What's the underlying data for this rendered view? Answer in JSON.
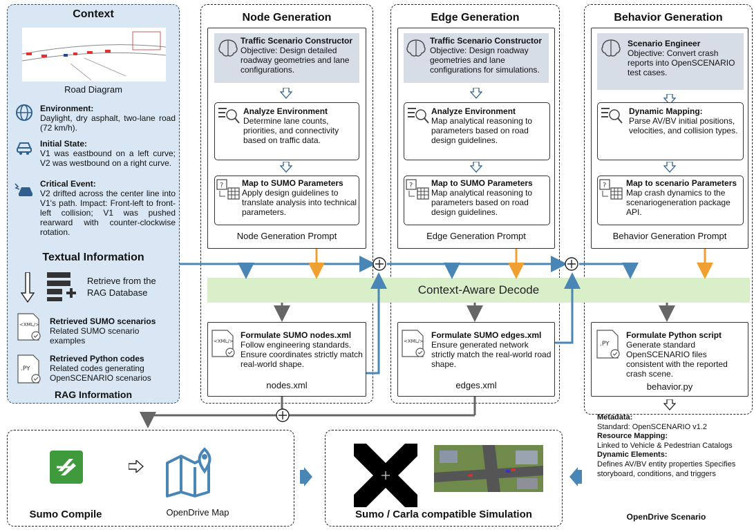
{
  "context": {
    "title": "Context",
    "road_diagram_label": "Road Diagram",
    "environment": {
      "heading": "Environment:",
      "text": "Daylight, dry asphalt, two-lane road (72 km/h)."
    },
    "initial_state": {
      "heading": "Initial State:",
      "text": "V1 was eastbound on a left curve; V2 was westbound on a right curve."
    },
    "critical_event": {
      "heading": "Critical Event:",
      "text": "V2 drifted across the center line into V1's path. Impact: Front-left to front-left collision; V1 was pushed rearward with counter-clockwise rotation."
    },
    "textual_information": "Textual Information",
    "retrieve_text": "Retrieve from the RAG Database",
    "retrieved_sumo": {
      "heading": "Retrieved SUMO scenarios",
      "text": "Related SUMO scenario examples"
    },
    "retrieved_python": {
      "heading": "Retrieved Python codes",
      "text": "Related codes generating OpenSCENARIO scenarios"
    },
    "rag_information": "RAG Information"
  },
  "node": {
    "title": "Node Generation",
    "constructor": {
      "heading": "Traffic Scenario Constructor",
      "text": "Objective: Design detailed roadway geometries and lane configurations."
    },
    "analyze": {
      "heading": "Analyze Environment",
      "text": "Determine lane counts, priorities, and connectivity based on traffic data."
    },
    "map": {
      "heading": "Map to SUMO Parameters",
      "text": "Apply design guidelines to translate analysis into technical parameters."
    },
    "prompt_label": "Node Generation Prompt",
    "formulate": {
      "heading": "Formulate SUMO nodes.xml",
      "text": "Follow engineering standards. Ensure coordinates strictly match real-world shape."
    },
    "file_label": "nodes.xml"
  },
  "edge": {
    "title": "Edge Generation",
    "constructor": {
      "heading": "Traffic Scenario Constructor",
      "text": "Objective: Design roadway geometries and lane configurations for simulations."
    },
    "analyze": {
      "heading": "Analyze Environment",
      "text": "Map analytical reasoning to parameters based on road design guidelines."
    },
    "map": {
      "heading": "Map to SUMO Parameters",
      "text": "Map analytical reasoning to parameters based on road design guidelines."
    },
    "prompt_label": "Edge Generation Prompt",
    "formulate": {
      "heading": "Formulate SUMO edges.xml",
      "text": "Ensure generated network strictly match the real-world road shape."
    },
    "file_label": "edges.xml"
  },
  "behavior": {
    "title": "Behavior Generation",
    "constructor": {
      "heading": "Scenario Engineer",
      "text": "Objective: Convert crash reports into OpenSCENARIO test cases."
    },
    "analyze": {
      "heading": "Dynamic Mapping:",
      "text": "Parse AV/BV initial positions, velocities, and collision types."
    },
    "map": {
      "heading": "Map to scenario Parameters",
      "text": "Map crash dynamics to the scenariogeneration package API."
    },
    "prompt_label": "Behavior Generation Prompt",
    "formulate": {
      "heading": "Formulate Python script",
      "text": "Generate standard OpenSCENARIO files consistent with the reported crash scene."
    },
    "file_label": "behavior.py"
  },
  "decode_label": "Context-Aware Decode",
  "metadata": {
    "metadata_heading": "Metadata:",
    "metadata_text": "Standard: OpenSCENARIO v1.2",
    "resource_heading": "Resource Mapping:",
    "resource_text": "Linked to Vehicle & Pedestrian Catalogs",
    "dynamic_heading": "Dynamic Elements:",
    "dynamic_text": "Defines AV/BV entity properties Specifies storyboard, conditions, and triggers",
    "footer": "OpenDrive Scenario"
  },
  "bottom": {
    "sumo_compile": "Sumo Compile",
    "opendrive_map": "OpenDrive Map",
    "simulation": "Sumo / Carla compatible Simulation"
  },
  "icon_text": {
    "xml": "<XML/>",
    "py": ".PY",
    "map_q": "?"
  },
  "colors": {
    "context_bg": "#d9e6f3",
    "decode_bg": "#d9efc9",
    "blue_arrow": "#4a86b5",
    "orange_arrow": "#f0a030",
    "grey_arrow": "#666666",
    "sumo_green": "#3f9a3c",
    "map_blue": "#4a86b5"
  }
}
